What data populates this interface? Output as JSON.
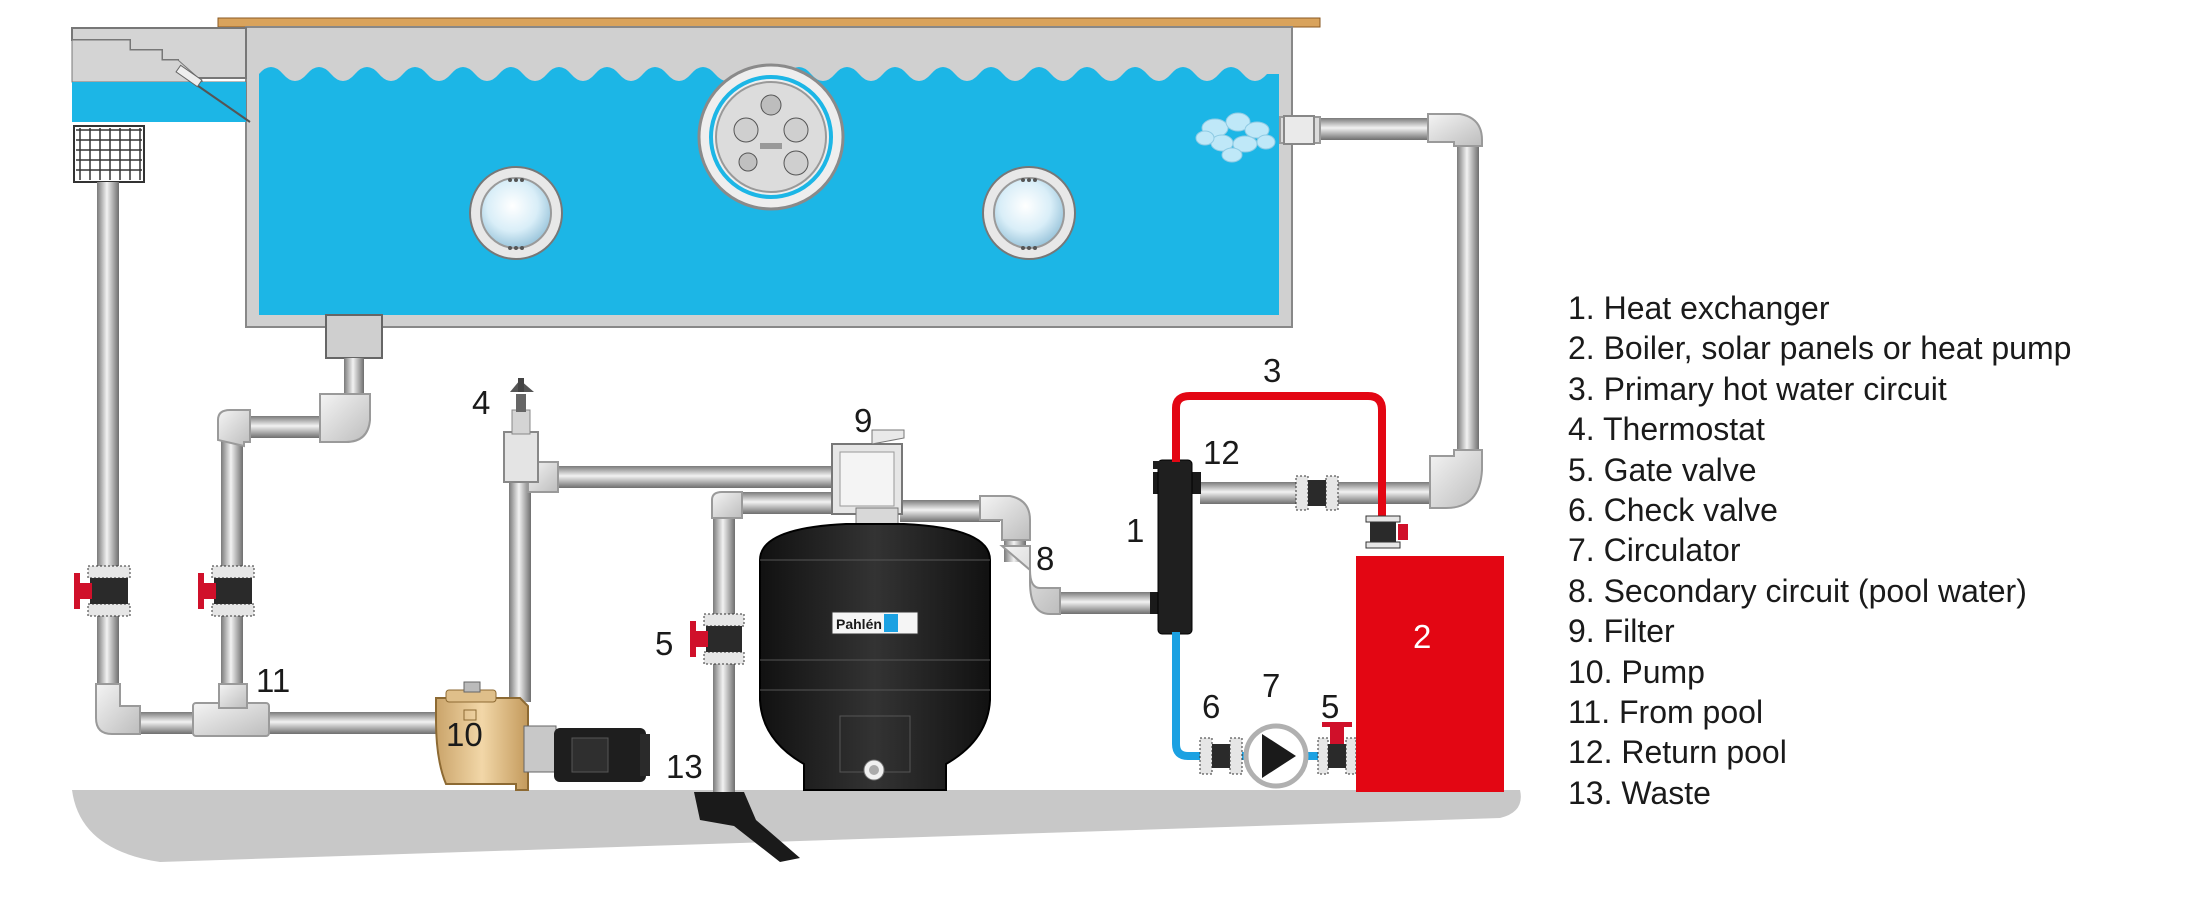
{
  "diagram": {
    "callouts": {
      "n1": "1",
      "n2": "2",
      "n3": "3",
      "n4": "4",
      "n5a": "5",
      "n5b": "5",
      "n6": "6",
      "n7": "7",
      "n8": "8",
      "n9": "9",
      "n10": "10",
      "n11": "11",
      "n12": "12",
      "n13": "13"
    },
    "filter_brand": "Pahlén",
    "colors": {
      "pool_water": "#1cb6e6",
      "primary_circuit": "#e30613",
      "secondary_circuit_return": "#1ba1e2",
      "boiler": "#e30613",
      "pipe": "#b9b9b9",
      "filter_tank": "#1e1e1e",
      "pump": "#e6c490",
      "valve_handle": "#d0102a",
      "ground": "#c8c8c8"
    },
    "icons": [
      "pump-icon",
      "filter-icon",
      "heat-exchanger-icon",
      "circulator-icon",
      "gate-valve-icon",
      "check-valve-icon",
      "thermostat-icon",
      "skimmer-icon",
      "pool-light-icon"
    ]
  },
  "legend": [
    "1.  Heat exchanger",
    "2. Boiler, solar panels or heat pump",
    "3. Primary hot water circuit",
    "4. Thermostat",
    "5. Gate valve",
    "6. Check valve",
    "7. Circulator",
    "8. Secondary circuit (pool water)",
    "9. Filter",
    "10. Pump",
    "11. From pool",
    "12. Return pool",
    "13. Waste"
  ]
}
